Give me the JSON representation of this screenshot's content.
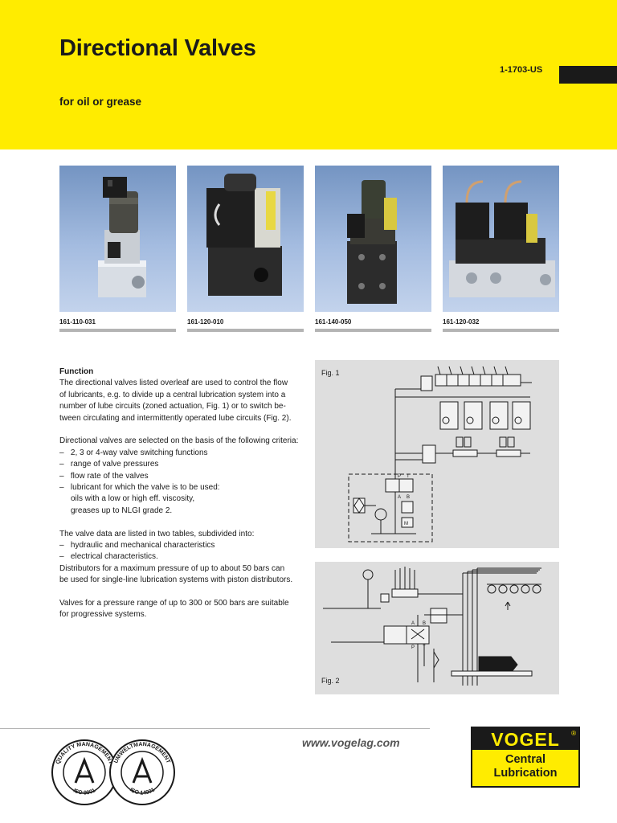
{
  "header": {
    "title": "Directional Valves",
    "doc_number": "1-1703-US",
    "subtitle": "for oil or grease"
  },
  "products": [
    {
      "part_number": "161-110-031"
    },
    {
      "part_number": "161-120-010"
    },
    {
      "part_number": "161-140-050"
    },
    {
      "part_number": "161-120-032"
    }
  ],
  "body": {
    "heading": "Function",
    "intro_lines": [
      "The directional valves listed overleaf are used to control the flow",
      "of lubricants, e.g. to divide up a central lubrication system into a",
      "number of lube circuits (zoned actuation, Fig. 1) or to switch be-",
      "tween circulating and intermittently operated lube circuits (Fig. 2)."
    ],
    "criteria_intro": "Directional valves are selected on the basis of the following criteria:",
    "criteria": [
      "2, 3 or 4-way valve switching functions",
      "range of valve pressures",
      "flow rate of the valves",
      "lubricant for which the valve is to be used:"
    ],
    "criteria_sub": [
      "oils with a low or high eff. viscosity,",
      "greases up to NLGI grade 2."
    ],
    "tables_intro": "The valve data are listed in two tables, subdivided into:",
    "tables": [
      "hydraulic and mechanical characteristics",
      "electrical characteristics."
    ],
    "distributors_lines": [
      "Distributors for a maximum pressure of up to about 50 bars can",
      "be used for single-line lubrication systems with piston distributors."
    ],
    "progressive_lines": [
      "Valves for a pressure range of up to 300 or 500 bars are suitable",
      "for progressive systems."
    ],
    "dash": "–"
  },
  "figures": {
    "fig1": {
      "label": "Fig. 1",
      "port_labels": [
        "A",
        "B",
        "P",
        "T",
        "M"
      ]
    },
    "fig2": {
      "label": "Fig. 2",
      "port_labels": [
        "A",
        "B",
        "P",
        "T"
      ]
    }
  },
  "footer": {
    "website": "www.vogelag.com",
    "seal_quality": "QUALITY MANAGEMENT",
    "seal_quality_std": "ISO 9001",
    "seal_env": "UMWELTMANAGEMENT",
    "seal_env_std": "ISO 14001",
    "logo_brand": "VOGEL",
    "logo_reg": "®",
    "logo_line1": "Central",
    "logo_line2": "Lubrication"
  },
  "colors": {
    "brand_yellow": "#ffec00",
    "text": "#1a1a1a",
    "figure_bg": "#dedede",
    "rule_gray": "#b4b4b4"
  }
}
